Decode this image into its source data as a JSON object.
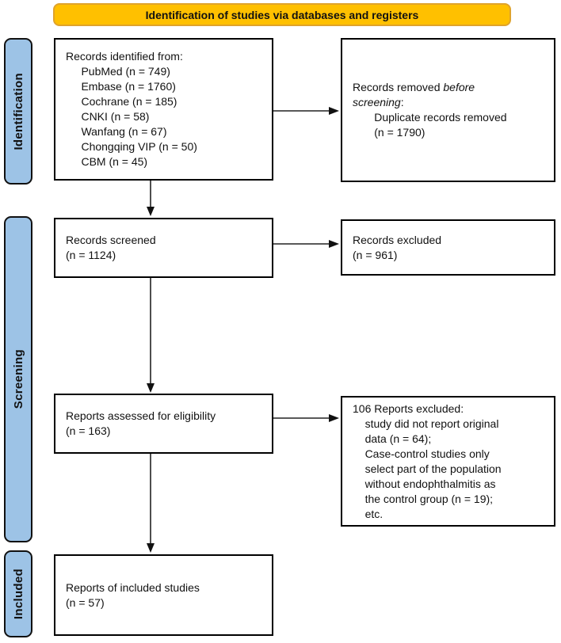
{
  "header": {
    "title": "Identification of studies via databases and registers"
  },
  "colors": {
    "banner_fill": "#FFC000",
    "banner_border": "#DFA32B",
    "stage_fill": "#9DC3E6",
    "box_border": "#000000",
    "text": "#111111"
  },
  "sidebar": {
    "identification": "Identification",
    "screening": "Screening",
    "included": "Included"
  },
  "boxes": {
    "identified": {
      "lines": [
        "Records identified from:",
        "     PubMed (n = 749)",
        "     Embase (n = 1760)",
        "     Cochrane (n = 185)",
        "     CNKI (n = 58)",
        "     Wanfang (n = 67)",
        "     Chongqing VIP (n = 50)",
        "     CBM (n = 45)"
      ]
    },
    "removed": {
      "prefix": "Records removed ",
      "italic": "before screening",
      "suffix": ":",
      "lines": [
        "       Duplicate records removed",
        "       (n = 1790)"
      ]
    },
    "screened": {
      "lines": [
        "Records screened",
        "(n = 1124)"
      ]
    },
    "excluded": {
      "lines": [
        "Records excluded",
        "(n = 961)"
      ]
    },
    "assessed": {
      "lines": [
        "Reports assessed for eligibility",
        "(n = 163)"
      ]
    },
    "reports_excluded": {
      "lines": [
        "106 Reports excluded:",
        "    study did not report original",
        "    data (n = 64);",
        "    Case-control studies only",
        "    select part of the population",
        "    without endophthalmitis as",
        "    the control group (n = 19);",
        "    etc."
      ]
    },
    "included_studies": {
      "lines": [
        "Reports of included studies",
        "(n = 57)"
      ]
    }
  }
}
